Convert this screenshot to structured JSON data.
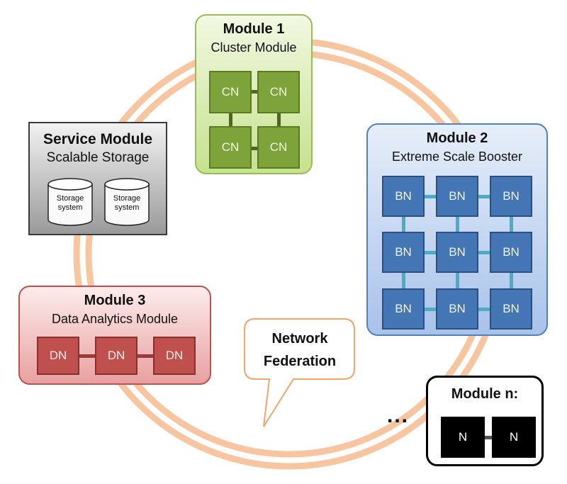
{
  "colors": {
    "ring": "#f7c59f",
    "cluster": "#9bbb59",
    "booster": "#4f81bd",
    "analytics": "#c0504d",
    "service": "#7f7f7f"
  },
  "module1": {
    "title": "Module 1",
    "subtitle": "Cluster Module",
    "nodes": [
      "CN",
      "CN",
      "CN",
      "CN"
    ]
  },
  "service": {
    "title": "Service Module",
    "subtitle": "Scalable Storage",
    "storage": [
      {
        "line1": "Storage",
        "line2": "system"
      },
      {
        "line1": "Storage",
        "line2": "system"
      }
    ]
  },
  "module2": {
    "title": "Module 2",
    "subtitle": "Extreme Scale Booster",
    "nodes": [
      "BN",
      "BN",
      "BN",
      "BN",
      "BN",
      "BN",
      "BN",
      "BN",
      "BN"
    ]
  },
  "module3": {
    "title": "Module 3",
    "subtitle": "Data Analytics Module",
    "nodes": [
      "DN",
      "DN",
      "DN"
    ]
  },
  "moduleN": {
    "title": "Module n:",
    "nodes": [
      "N",
      "N"
    ]
  },
  "network": {
    "line1": "Network",
    "line2": "Federation"
  },
  "ellipsis": "..."
}
